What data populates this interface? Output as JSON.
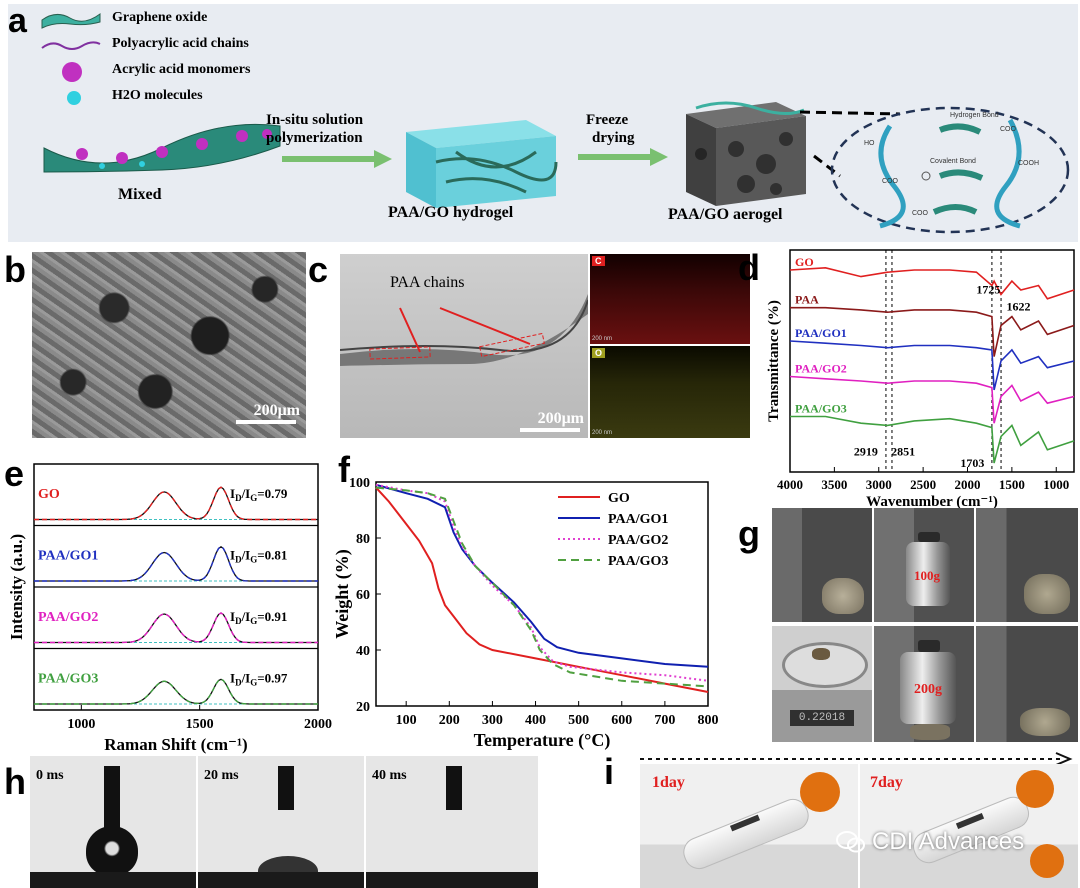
{
  "panel_a": {
    "label": "a",
    "legend": [
      "Graphene oxide",
      "Polyacrylic acid chains",
      "Acrylic acid monomers",
      "H2O molecules"
    ],
    "mixed": "Mixed",
    "step1_line1": "In-situ solution",
    "step1_line2": "polymerization",
    "hydrogel": "PAA/GO hydrogel",
    "step2_line1": "Freeze",
    "step2_line2": "drying",
    "aerogel": "PAA/GO aerogel",
    "zoom_labels": [
      "Hydrogen Bond",
      "Covalent Bond",
      "HO",
      "COO",
      "COOH",
      "COO",
      "COO"
    ]
  },
  "panel_b": {
    "label": "b",
    "scale": "200μm"
  },
  "panel_c": {
    "label": "c",
    "annotation": "PAA chains",
    "scale": "200μm",
    "map_c": "C",
    "map_o": "O",
    "map_scale": "200 nm"
  },
  "panel_d": {
    "label": "d",
    "samples": [
      "GO",
      "PAA",
      "PAA/GO1",
      "PAA/GO2",
      "PAA/GO3"
    ],
    "peaks": [
      "1725",
      "1622",
      "2919",
      "2851",
      "1703"
    ]
  },
  "panel_e": {
    "label": "e"
  },
  "panel_f": {
    "label": "f"
  },
  "panel_g": {
    "label": "g",
    "weight1": "100g",
    "weight2": "200g",
    "balance": "0.22018"
  },
  "panel_h": {
    "label": "h",
    "times": [
      "0 ms",
      "20 ms",
      "40 ms"
    ]
  },
  "panel_i": {
    "label": "i",
    "day1": "1day",
    "day7": "7day"
  },
  "watermark": "CDI Advances",
  "chart_data": [
    {
      "type": "line",
      "panel": "d",
      "xlabel": "Wavenumber (cm⁻¹)",
      "ylabel": "Transmittance (%)",
      "xlim": [
        4000,
        800
      ],
      "xticks": [
        4000,
        3500,
        3000,
        2500,
        2000,
        1500,
        1000
      ],
      "x": [
        4000,
        3600,
        3200,
        2900,
        2600,
        2200,
        1900,
        1725,
        1700,
        1622,
        1500,
        1400,
        1200,
        1100,
        800
      ],
      "series": [
        {
          "name": "GO",
          "color": "#e02020",
          "values": [
            0.91,
            0.92,
            0.88,
            0.9,
            0.91,
            0.91,
            0.9,
            0.84,
            0.86,
            0.8,
            0.86,
            0.82,
            0.84,
            0.78,
            0.82
          ]
        },
        {
          "name": "PAA",
          "color": "#8b1a1a",
          "values": [
            0.74,
            0.74,
            0.73,
            0.72,
            0.73,
            0.73,
            0.72,
            0.7,
            0.52,
            0.66,
            0.7,
            0.64,
            0.68,
            0.62,
            0.66
          ]
        },
        {
          "name": "PAA/GO1",
          "color": "#2030c0",
          "values": [
            0.59,
            0.58,
            0.57,
            0.56,
            0.57,
            0.57,
            0.56,
            0.55,
            0.37,
            0.5,
            0.55,
            0.49,
            0.52,
            0.47,
            0.5
          ]
        },
        {
          "name": "PAA/GO2",
          "color": "#e020c0",
          "values": [
            0.43,
            0.42,
            0.41,
            0.4,
            0.41,
            0.41,
            0.4,
            0.38,
            0.22,
            0.34,
            0.39,
            0.32,
            0.36,
            0.31,
            0.34
          ]
        },
        {
          "name": "PAA/GO3",
          "color": "#40a040",
          "values": [
            0.25,
            0.25,
            0.22,
            0.21,
            0.23,
            0.24,
            0.22,
            0.2,
            0.04,
            0.16,
            0.21,
            0.12,
            0.18,
            0.1,
            0.14
          ]
        }
      ]
    },
    {
      "type": "line",
      "panel": "e",
      "xlabel": "Raman Shift (cm⁻¹)",
      "ylabel": "Intensity (a.u.)",
      "xlim": [
        800,
        2000
      ],
      "xticks": [
        1000,
        1500,
        2000
      ],
      "peaks": {
        "D": 1350,
        "G": 1590
      },
      "series": [
        {
          "name": "GO",
          "color": "#e02020",
          "ratio": "0.79",
          "d_height": 0.58,
          "g_height": 0.68
        },
        {
          "name": "PAA/GO1",
          "color": "#2030c0",
          "ratio": "0.81",
          "d_height": 0.6,
          "g_height": 0.72
        },
        {
          "name": "PAA/GO2",
          "color": "#e020c0",
          "ratio": "0.91",
          "d_height": 0.6,
          "g_height": 0.62
        },
        {
          "name": "PAA/GO3",
          "color": "#40a040",
          "ratio": "0.97",
          "d_height": 0.48,
          "g_height": 0.52
        }
      ]
    },
    {
      "type": "line",
      "panel": "f",
      "xlabel": "Temperature (°C)",
      "ylabel": "Weight (%)",
      "xlim": [
        30,
        800
      ],
      "ylim": [
        20,
        100
      ],
      "xticks": [
        100,
        200,
        300,
        400,
        500,
        600,
        700,
        800
      ],
      "yticks": [
        20,
        40,
        60,
        80,
        100
      ],
      "series": [
        {
          "name": "GO",
          "color": "#e02020",
          "dash": "",
          "x": [
            30,
            60,
            100,
            130,
            160,
            175,
            190,
            210,
            240,
            270,
            300,
            400,
            500,
            600,
            700,
            800
          ],
          "y": [
            98,
            93,
            85,
            79,
            71,
            62,
            56,
            52,
            46,
            42,
            40,
            37,
            34,
            31,
            28,
            25
          ]
        },
        {
          "name": "PAA/GO1",
          "color": "#1020b0",
          "dash": "",
          "x": [
            30,
            100,
            150,
            190,
            210,
            230,
            260,
            300,
            350,
            390,
            420,
            450,
            500,
            600,
            700,
            800
          ],
          "y": [
            99,
            96,
            94,
            91,
            82,
            76,
            70,
            64,
            57,
            50,
            44,
            41,
            39,
            37,
            35,
            34
          ]
        },
        {
          "name": "PAA/GO2",
          "color": "#e040d0",
          "dash": "2,3",
          "x": [
            30,
            100,
            150,
            190,
            210,
            230,
            260,
            300,
            350,
            390,
            410,
            440,
            480,
            600,
            700,
            800
          ],
          "y": [
            99,
            97,
            96,
            93,
            84,
            77,
            70,
            63,
            56,
            48,
            41,
            36,
            34,
            32,
            31,
            29
          ]
        },
        {
          "name": "PAA/GO3",
          "color": "#50a040",
          "dash": "8,5",
          "x": [
            30,
            100,
            150,
            190,
            210,
            230,
            260,
            300,
            350,
            390,
            410,
            440,
            480,
            600,
            700,
            800
          ],
          "y": [
            98,
            97,
            96,
            94,
            86,
            78,
            70,
            64,
            56,
            47,
            40,
            35,
            32,
            29,
            28,
            27
          ]
        }
      ]
    }
  ]
}
